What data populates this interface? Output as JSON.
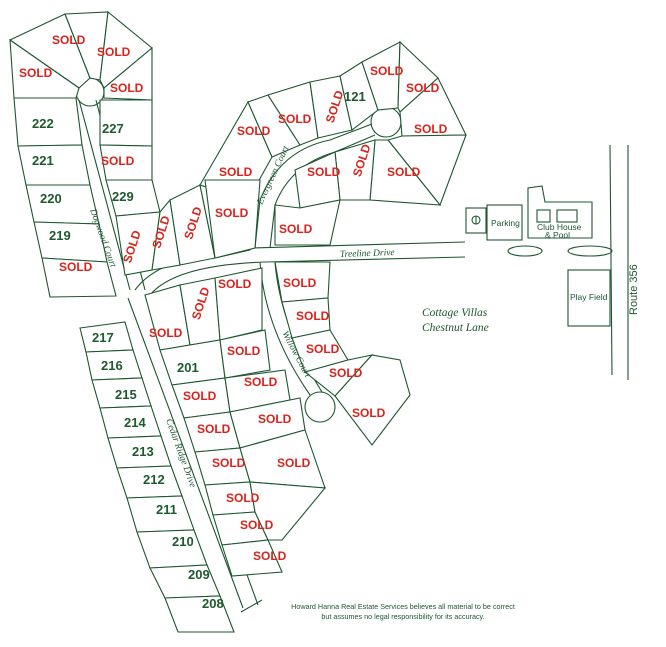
{
  "map": {
    "sold_label": "SOLD",
    "lot_numbers": {
      "l222": "222",
      "l221": "221",
      "l220": "220",
      "l219": "219",
      "l227": "227",
      "l229": "229",
      "l121": "121",
      "l217": "217",
      "l216": "216",
      "l215": "215",
      "l214": "214",
      "l213": "213",
      "l212": "212",
      "l211": "211",
      "l210": "210",
      "l209": "209",
      "l208": "208",
      "l201": "201"
    },
    "streets": {
      "dogwood": "Dogwood Court",
      "evergreen": "Evergreen Court",
      "treeline": "Treeline Drive",
      "willow": "Willow Court",
      "cedar": "Cedar Ridge Drive"
    },
    "amenities": {
      "parking": "Parking",
      "club_line1": "Club House",
      "club_line2": "& Pool",
      "play_field": "Play Field",
      "route": "Route 356"
    },
    "area": {
      "line1": "Cottage Villas",
      "line2": "Chestnut Lane"
    },
    "disclaimer": {
      "line1": "Howard Hanna Real Estate Services believes all material to be correct",
      "line2": "but assumes no legal responsibility for its accuracy."
    },
    "colors": {
      "line": "#1e5631",
      "sold": "#d8241c",
      "number": "#1f5a2e"
    }
  }
}
